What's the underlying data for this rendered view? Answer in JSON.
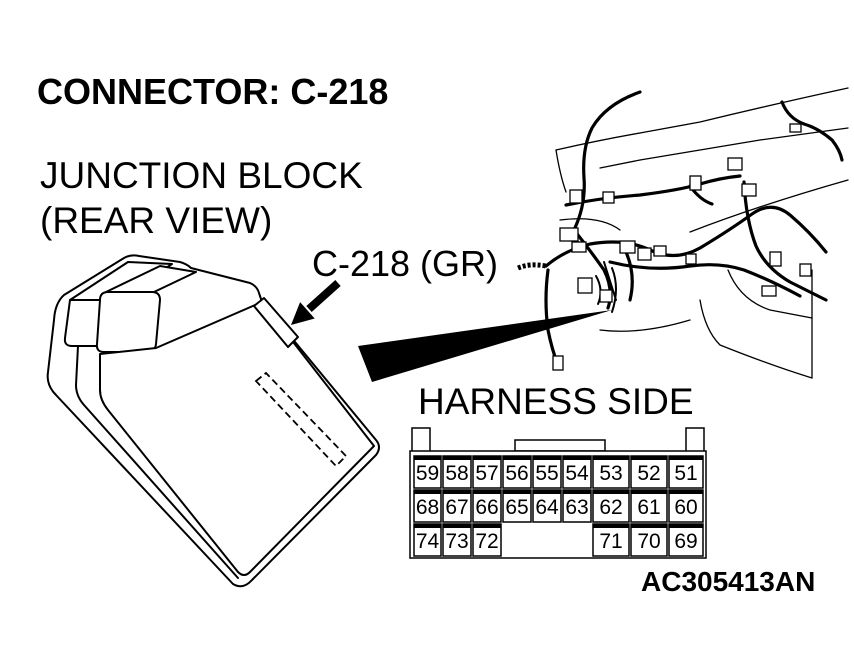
{
  "diagram": {
    "title": "CONNECTOR: C-218",
    "component_label": [
      "JUNCTION BLOCK",
      "(REAR VIEW)"
    ],
    "connector_callout": "C-218 (GR)",
    "figure_code": "AC305413AN"
  },
  "connector": {
    "view_label": "HARNESS SIDE",
    "rows": [
      [
        "59",
        "58",
        "57",
        "56",
        "55",
        "54",
        "53",
        "52",
        "51"
      ],
      [
        "68",
        "67",
        "66",
        "65",
        "64",
        "63",
        "62",
        "61",
        "60"
      ],
      [
        "74",
        "73",
        "72",
        null,
        null,
        null,
        "71",
        "70",
        "69"
      ]
    ]
  }
}
